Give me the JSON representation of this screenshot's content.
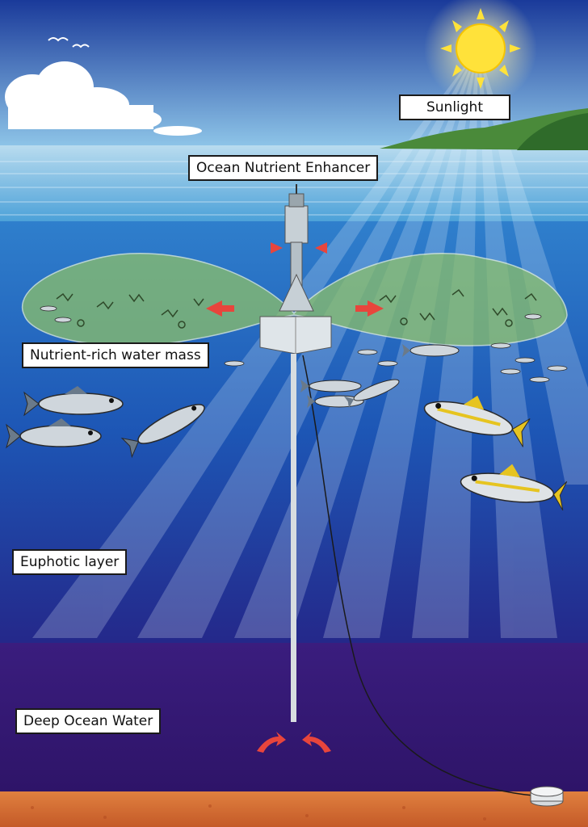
{
  "labels": {
    "sunlight": "Sunlight",
    "ocean_nutrient_enhancer": "Ocean Nutrient Enhancer",
    "nutrient_rich_water_mass": "Nutrient-rich water mass",
    "euphotic_layer": "Euphotic layer",
    "deep_ocean_water": "Deep Ocean Water"
  },
  "colors": {
    "sky_top": "#1a3a9a",
    "sky_horizon": "#8ec5e8",
    "sea_surface": "#4aa0d8",
    "euphotic_water": "#1d56b5",
    "deep_water": "#3a1a78",
    "seabed": "#d9713a",
    "sun": "#ffe23a",
    "nutrient_mass": "#8cc06a",
    "arrow": "#e8453c"
  },
  "icons": [
    "sun-icon",
    "cloud-icon",
    "bird-icon",
    "island-icon",
    "fish-icon",
    "plankton-icon",
    "anchor-weight-icon",
    "arrow-icon"
  ]
}
